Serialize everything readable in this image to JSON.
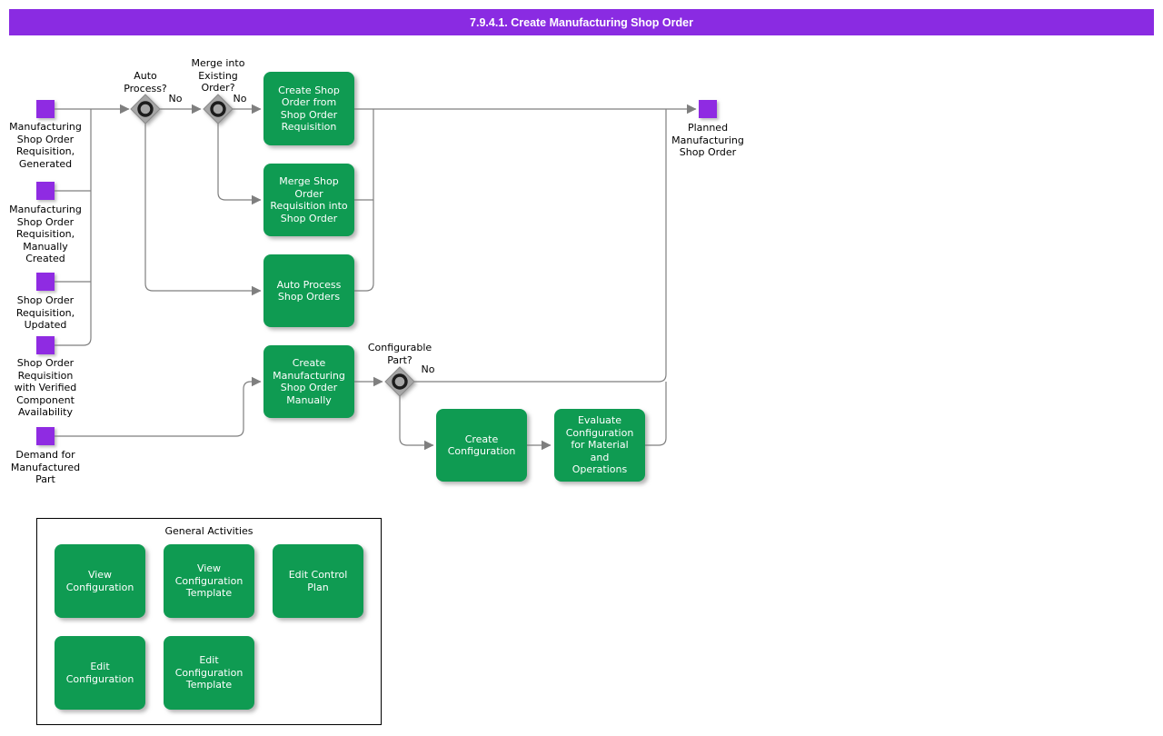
{
  "title": "7.9.4.1. Create Manufacturing Shop Order",
  "colors": {
    "title_bar": "#8A2BE2",
    "event": "#8F2BE2",
    "activity": "#0F9B52",
    "connector": "#7F7F7F",
    "gateway": "#A6A6A6"
  },
  "events": [
    {
      "label": "Manufacturing\nShop Order\nRequisition,\nGenerated"
    },
    {
      "label": "Manufacturing\nShop Order\nRequisition,\nManually\nCreated"
    },
    {
      "label": "Shop Order\nRequisition,\nUpdated"
    },
    {
      "label": "Shop Order\nRequisition\nwith Verified\nComponent\nAvailability"
    },
    {
      "label": "Demand for\nManufactured\nPart"
    },
    {
      "label": "Planned\nManufacturing\nShop Order"
    }
  ],
  "gateways": [
    {
      "label": "Auto\nProcess?"
    },
    {
      "label": "Merge into\nExisting\nOrder?"
    },
    {
      "label": "Configurable\nPart?"
    }
  ],
  "edge_labels": [
    {
      "text": "No"
    },
    {
      "text": "No"
    },
    {
      "text": "No"
    }
  ],
  "activities": [
    {
      "label": "Create Shop\nOrder from\nShop Order\nRequisition"
    },
    {
      "label": "Merge Shop\nOrder\nRequisition into\nShop Order"
    },
    {
      "label": "Auto Process\nShop Orders"
    },
    {
      "label": "Create\nManufacturing\nShop Order\nManually"
    },
    {
      "label": "Create\nConfiguration"
    },
    {
      "label": "Evaluate\nConfiguration\nfor Material\nand\nOperations"
    }
  ],
  "general_activities": {
    "title": "General Activities",
    "items": [
      {
        "label": "View\nConfiguration"
      },
      {
        "label": "View\nConfiguration\nTemplate"
      },
      {
        "label": "Edit Control\nPlan"
      },
      {
        "label": "Edit\nConfiguration"
      },
      {
        "label": "Edit\nConfiguration\nTemplate"
      }
    ]
  }
}
